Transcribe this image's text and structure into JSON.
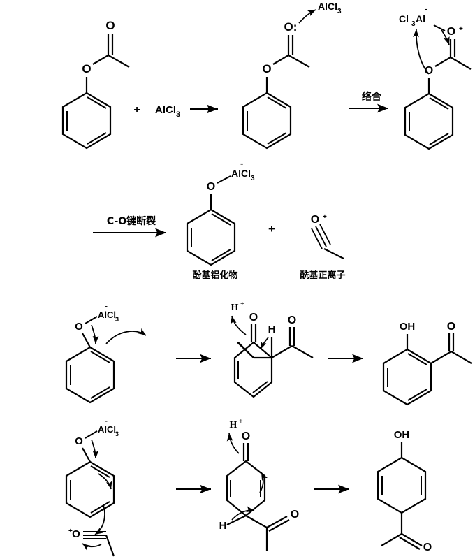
{
  "figure": {
    "title": "Fries rearrangement mechanism of phenyl acetate with AlCl3",
    "background": "#ffffff",
    "stroke": "#000000"
  },
  "atoms": {
    "O": "O",
    "O_lp": "O:",
    "O_plus": "O",
    "OH": "OH",
    "H": "H",
    "AlCl3": "AlCl",
    "AlCl3_sub": "3",
    "Cl3Al": "Cl",
    "Cl3Al_sub": "3",
    "Cl3Al_tail": "Al",
    "H_plus": "H",
    "plus_sign": "+",
    "minus_sign": "-",
    "superplus": "+"
  },
  "row1": {
    "reagent_plus": "+",
    "reagent": {
      "main": "AlCl",
      "sub": "3"
    },
    "arrow1_label": "",
    "arrow2_label": "络合",
    "s1_name": "phenyl-acetate",
    "s2_name": "phenyl-acetate-alcl3-attack",
    "s3_name": "acylium-oxocarbenium-complex"
  },
  "row2": {
    "arrow_label": "C-O键断裂",
    "plus_sign": "+",
    "product_left_caption": "酚基铝化物",
    "product_right_caption": "酰基正离子",
    "s1_name": "phenoxy-aluminate",
    "s2_name": "acylium-ion"
  },
  "row3": {
    "hplus": "H",
    "hplus_sup": "+",
    "s1_name": "phenoxy-aluminate-ortho-attack",
    "s2_name": "ortho-cyclohexadienone-intermediate",
    "s3_name": "2-hydroxyacetophenone"
  },
  "row4": {
    "hplus": "H",
    "hplus_sup": "+",
    "s1_name": "phenoxy-aluminate-para-attack",
    "s2_name": "para-cyclohexadienone-intermediate",
    "s3_name": "4-hydroxyacetophenone"
  },
  "chart_data": {
    "type": "diagram",
    "title": "Fries rearrangement reaction mechanism",
    "steps": [
      {
        "step": 1,
        "label": "",
        "reactants": [
          "phenyl acetate",
          "AlCl3"
        ],
        "product": "complex"
      },
      {
        "step": 2,
        "label": "络合",
        "reactants": [
          "complex"
        ],
        "product": "oxocarbenium-AlCl3 adduct"
      },
      {
        "step": 3,
        "label": "C-O键断裂",
        "reactants": [
          "oxocarbenium-AlCl3 adduct"
        ],
        "product": "酚基铝化物 + 酰基正离子"
      },
      {
        "step": 4,
        "label": "",
        "reactants": [
          "酚基铝化物",
          "酰基正离子"
        ],
        "product": "2-hydroxyacetophenone"
      },
      {
        "step": 5,
        "label": "",
        "reactants": [
          "酚基铝化物",
          "酰基正离子"
        ],
        "product": "4-hydroxyacetophenone"
      }
    ]
  }
}
